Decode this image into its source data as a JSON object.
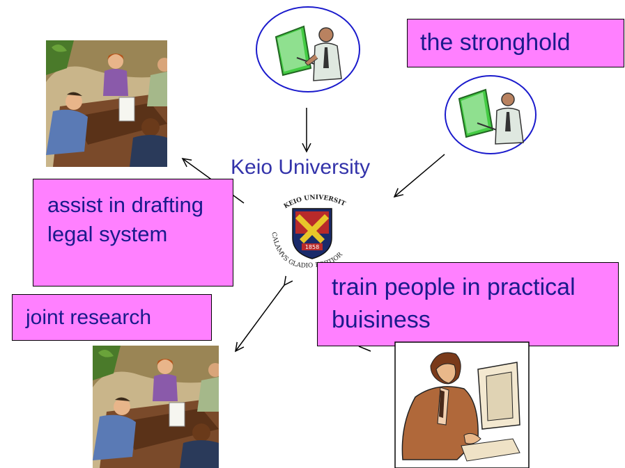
{
  "center": {
    "title": "Keio University",
    "emblem": {
      "top_text": "KEIO UNIVERSITY",
      "motto": "CALAMVS GLADIO FORTIOR",
      "year": "1858"
    }
  },
  "labels": {
    "stronghold": "the stronghold",
    "assist": "assist in drafting legal system",
    "joint": "joint research",
    "train": "train people in practical buisiness"
  },
  "colors": {
    "label_fill": "#ff80ff",
    "label_text": "#1a1a8c",
    "title_text": "#3333aa",
    "circle_stroke": "#1a1acc"
  },
  "icons": [
    "lecturer-clipart-icon",
    "meeting-clipart-icon",
    "businessman-computer-clipart-icon",
    "keio-emblem-icon"
  ]
}
